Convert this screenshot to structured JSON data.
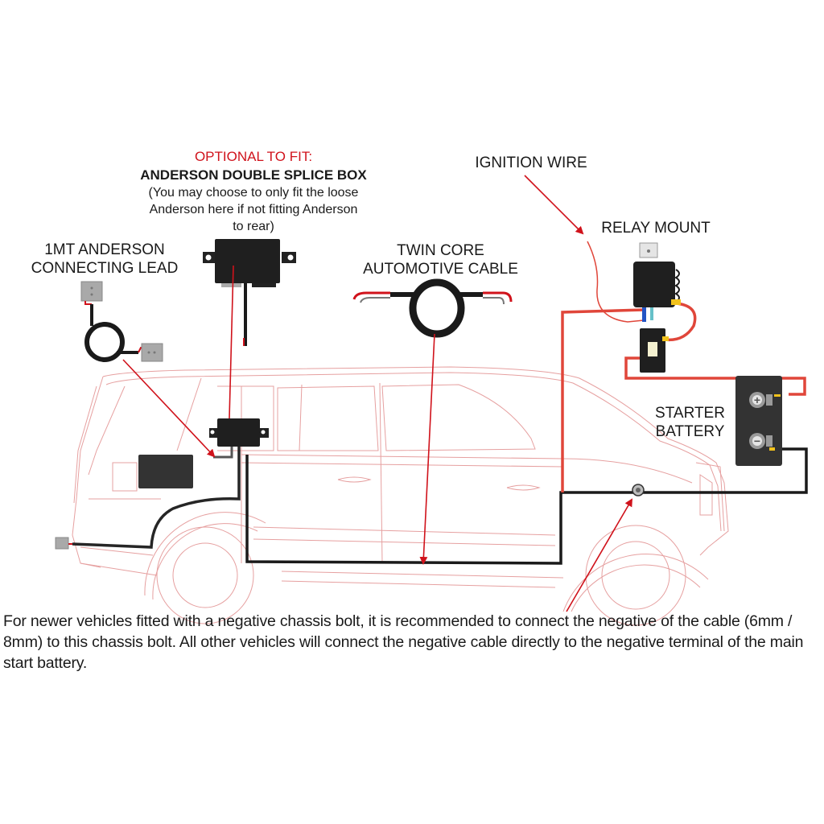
{
  "labels": {
    "splice_box": {
      "optional": "OPTIONAL TO FIT:",
      "title": "ANDERSON DOUBLE SPLICE BOX",
      "note_line1": "(You may choose to only fit the loose",
      "note_line2": "Anderson here if not fitting Anderson",
      "note_line3": "to rear)"
    },
    "anderson_lead": {
      "line1": "1MT ANDERSON",
      "line2": "CONNECTING LEAD"
    },
    "twin_core": {
      "line1": "TWIN CORE",
      "line2": "AUTOMOTIVE CABLE"
    },
    "ignition_wire": "IGNITION WIRE",
    "relay_mount": "RELAY MOUNT",
    "starter_battery": {
      "line1": "STARTER",
      "line2": "BATTERY"
    }
  },
  "battery_terminals": {
    "positive": "+",
    "negative": "−"
  },
  "footnote": "For newer vehicles fitted with a negative chassis bolt, it is recommended to connect the negative of the cable (6mm / 8mm) to this chassis bolt. All other vehicles will connect the negative cable directly to the negative terminal of the main start battery.",
  "colors": {
    "annotation_red": "#d0121b",
    "positive_wire": "#e0463a",
    "negative_wire": "#1a1a1a",
    "vehicle_outline": "#e6a0a0",
    "component_dark": "#2b2b2b",
    "anderson_grey": "#a9a9a9"
  }
}
